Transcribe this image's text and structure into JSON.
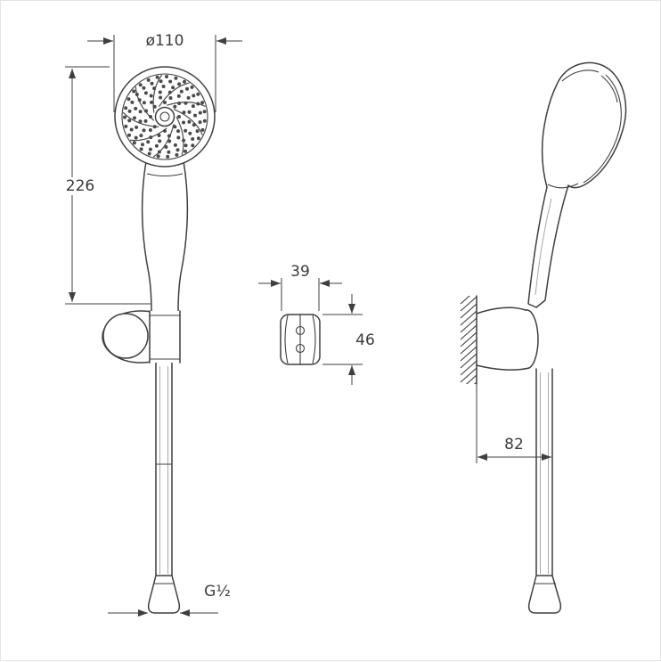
{
  "page": {
    "background": "#ffffff",
    "line_color": "#3f3f3f"
  },
  "dimensions": {
    "head_diameter": "ø110",
    "length": "226",
    "bracket_width": "39",
    "bracket_height": "46",
    "wall_to_hose": "82",
    "thread": "G½"
  }
}
